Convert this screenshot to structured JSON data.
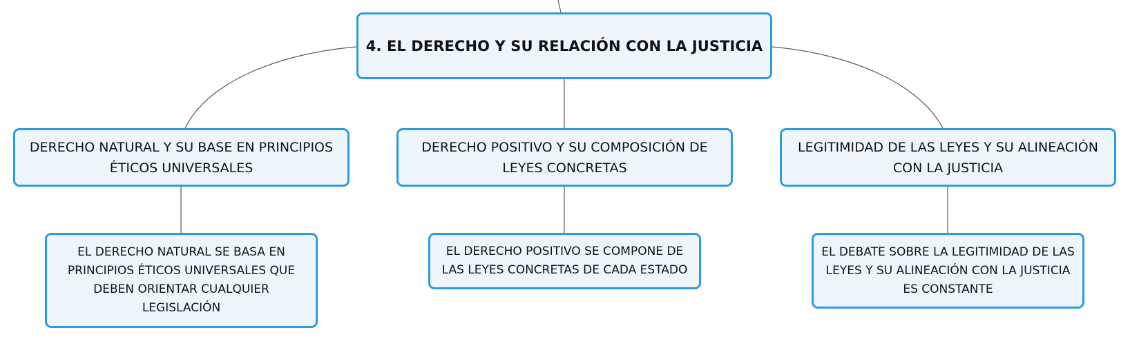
{
  "root": {
    "label": "4. EL DERECHO Y SU RELACIÓN CON LA JUSTICIA"
  },
  "branches": [
    {
      "label": "DERECHO NATURAL Y SU BASE EN PRINCIPIOS ÉTICOS UNIVERSALES",
      "child": "EL DERECHO NATURAL SE BASA EN PRINCIPIOS ÉTICOS UNIVERSALES QUE DEBEN ORIENTAR CUALQUIER LEGISLACIÓN"
    },
    {
      "label": "DERECHO POSITIVO Y SU COMPOSICIÓN DE LEYES CONCRETAS",
      "child": "EL DERECHO POSITIVO SE COMPONE DE LAS LEYES CONCRETAS DE CADA ESTADO"
    },
    {
      "label": "LEGITIMIDAD DE LAS LEYES Y SU ALINEACIÓN CON LA JUSTICIA",
      "child": "EL DEBATE SOBRE LA LEGITIMIDAD DE LAS LEYES Y SU ALINEACIÓN CON LA JUSTICIA ES CONSTANTE"
    }
  ],
  "colors": {
    "node_border": "#2d9be0",
    "node_fill": "#eef6fc",
    "connector": "#5a5a5a"
  }
}
